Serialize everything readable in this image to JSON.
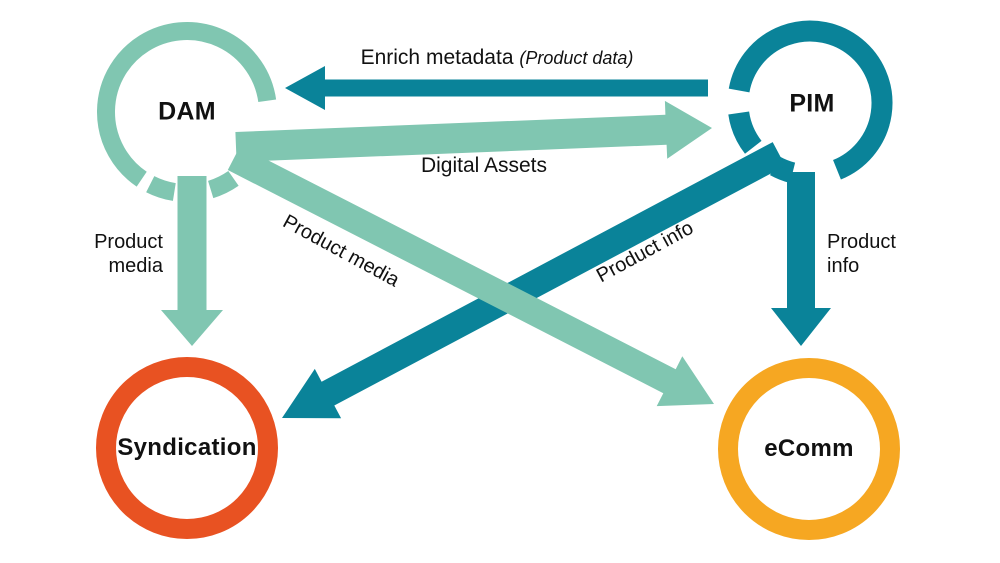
{
  "title": "DAM / PIM / Syndication / eComm data flow diagram",
  "colors": {
    "light_teal": "#80C6B1",
    "dark_teal": "#0A8399",
    "orange": "#E85222",
    "yellow": "#F6A722",
    "text": "#111111",
    "background": "#FFFFFF"
  },
  "nodes": [
    {
      "id": "dam",
      "label": "DAM"
    },
    {
      "id": "pim",
      "label": "PIM"
    },
    {
      "id": "syndication",
      "label": "Syndication"
    },
    {
      "id": "ecomm",
      "label": "eComm"
    }
  ],
  "edges": [
    {
      "id": "enrich-metadata",
      "from": "pim",
      "to": "dam",
      "label": "Enrich metadata",
      "note": "(Product data)"
    },
    {
      "id": "digital-assets",
      "from": "dam",
      "to": "pim",
      "label": "Digital Assets"
    },
    {
      "id": "product-media-down",
      "from": "dam",
      "to": "syndication",
      "label": "Product media"
    },
    {
      "id": "product-media-diagonal",
      "from": "dam",
      "to": "ecomm",
      "label": "Product media"
    },
    {
      "id": "product-info-diagonal",
      "from": "pim",
      "to": "syndication",
      "label": "Product info"
    },
    {
      "id": "product-info-down",
      "from": "pim",
      "to": "ecomm",
      "label": "Product info"
    }
  ]
}
